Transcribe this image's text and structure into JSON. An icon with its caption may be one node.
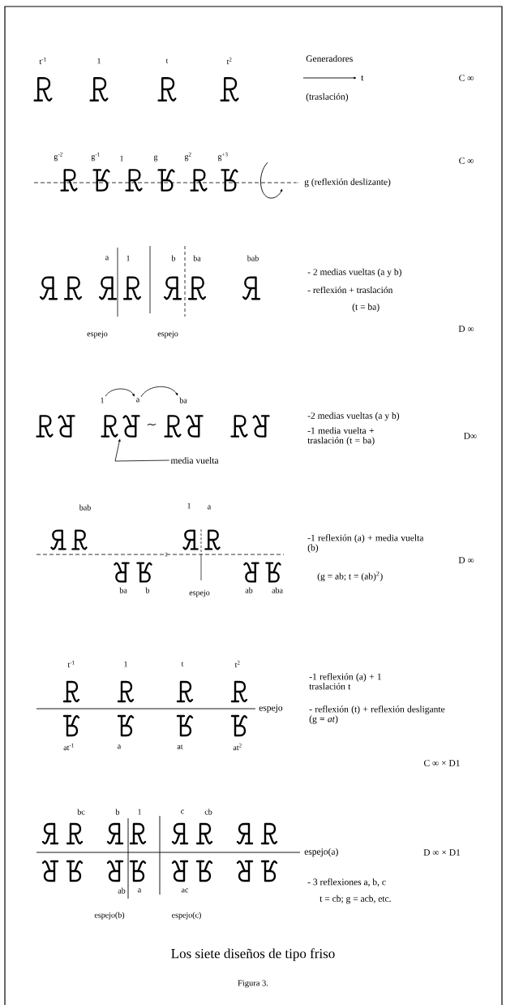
{
  "diagram": {
    "title": "Los siete diseños de tipo friso",
    "caption": "Figura 3.",
    "nodes": [
      {
        "text": [
          "1"
        ]
      },
      {
        "text": [
          "a"
        ]
      },
      {
        "text": [
          "ba"
        ]
      },
      {
        "text": [
          "media vuelta"
        ]
      },
      {
        "text": [],
        "shape": "picture"
      }
    ],
    "edges": [
      {
        "from": 0,
        "to": 1,
        "arrow": "to"
      },
      {
        "from": 1,
        "to": 2,
        "arrow": "to"
      },
      {
        "from": 3,
        "to": 4,
        "arrow": "to"
      }
    ],
    "labels": [
      "t$^{-1}$",
      "1",
      "t",
      "t$^{2}$",
      "Generadores",
      "t",
      "(traslación)",
      "C ∞",
      "g$^{-2}$",
      "g$^{-1}$",
      "1",
      "g",
      "g$^{2}$",
      "g$^{+3}$",
      "C ∞",
      "g (reflexión deslizante)",
      "a",
      "1",
      "b",
      "ba",
      "bab",
      "- 2 medias vueltas (a y b)",
      "- reflexión + traslación",
      "(t = ba)",
      "espejo",
      "espejo",
      "D ∞",
      "-2 medias vueltas (a y b)",
      "-1 media vuelta + traslación (t = ba)",
      "D∞",
      "bab",
      "1",
      "a",
      "-1 reflexión (a) + media vuelta (b)",
      "2",
      "D ∞",
      "(g = ab; t = (ab)$^{2}$)",
      "ba",
      "b",
      "espejo",
      "ab",
      "aba",
      "t$^{-1}$",
      "1",
      "t",
      "t$^{2}$",
      "-1 reflexión (a) + 1 traslación t",
      "espejo",
      "- reflexión (t) + reflexión desligante (g = *at*)",
      "at$^{-1}$",
      "a",
      "at",
      "at$^{2}$",
      "C ∞ × D1",
      "bc",
      "b",
      "1",
      "c",
      "cb",
      "espejo(a)",
      "D ∞ × D1",
      "ab",
      "a",
      "ac",
      "- 3 reflexiones a, b, c",
      "t = cb; g = acb, etc.",
      "espejo(b)",
      "espejo(c)"
    ]
  }
}
